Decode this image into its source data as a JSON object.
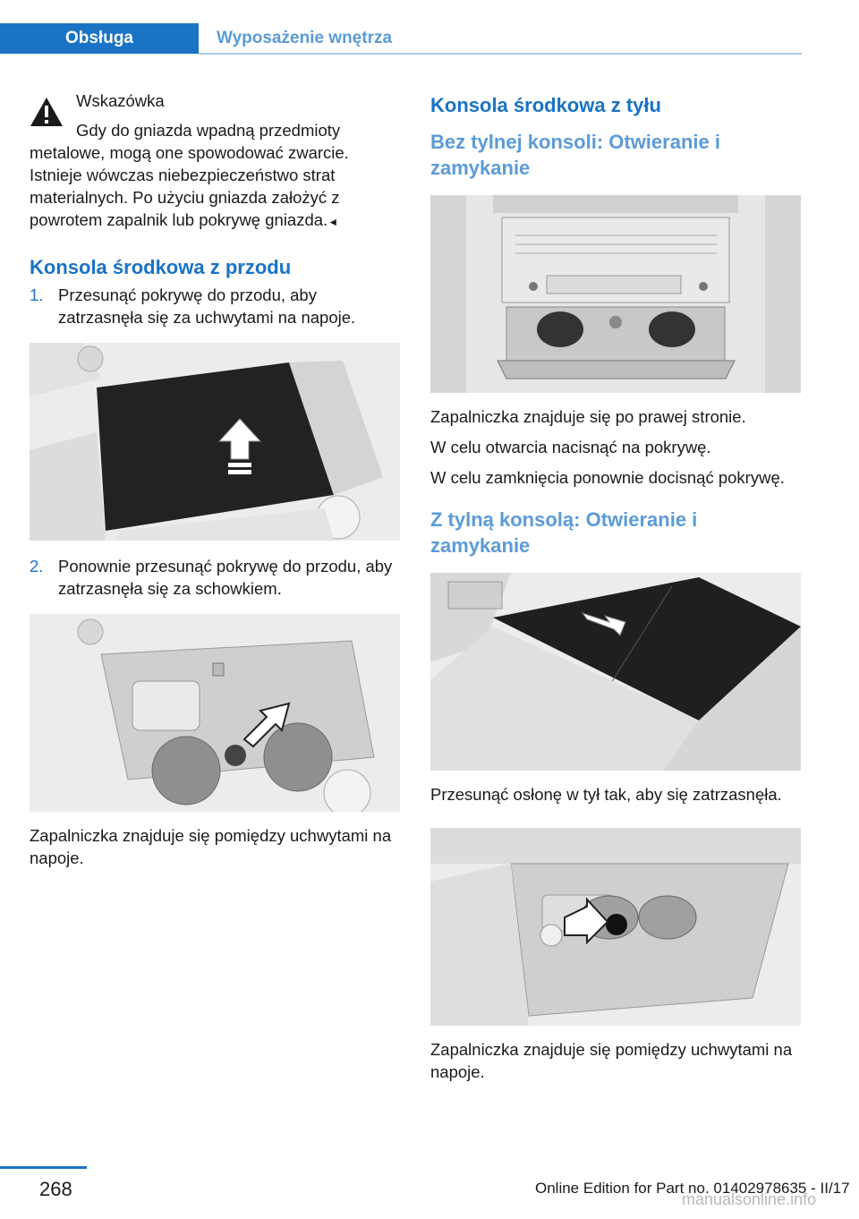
{
  "header": {
    "active_tab": "Obsługa",
    "section_tab": "Wyposażenie wnętrza"
  },
  "warning": {
    "icon": "warning-triangle-icon",
    "title": "Wskazówka",
    "text": "Gdy do gniazda wpadną przedmioty metalowe, mogą one spowodować zwarcie. Istnieje wówczas niebezpieczeństwo strat materialnych. Po użyciu gniazda założyć z powrotem zapalnik lub pokrywę gniazda.",
    "end_mark": "◄"
  },
  "front": {
    "heading": "Konsola środkowa z przodu",
    "steps": [
      {
        "num": "1.",
        "text": "Przesunąć pokrywę do przodu, aby zatrzasnęła się za uchwytami na napoje."
      },
      {
        "num": "2.",
        "text": "Ponownie przesunąć pokrywę do przodu, aby zatrzasnęła się za schowkiem."
      }
    ],
    "caption": "Zapalniczka znajduje się pomiędzy uchwytami na napoje."
  },
  "rear": {
    "heading": "Konsola środkowa z tyłu",
    "without": {
      "heading": "Bez tylnej konsoli: Otwieranie i zamykanie",
      "lines": [
        "Zapalniczka znajduje się po prawej stronie.",
        "W celu otwarcia nacisnąć na pokrywę.",
        "W celu zamknięcia ponownie docisnąć pokrywę."
      ]
    },
    "with": {
      "heading": "Z tylną konsolą: Otwieranie i zamykanie",
      "instruction": "Przesunąć osłonę w tył tak, aby się zatrzasnęła.",
      "caption": "Zapalniczka znajduje się pomiędzy uchwytami na napoje."
    }
  },
  "footer": {
    "page_number": "268",
    "edition": "Online Edition for Part no. 01402978635 - II/17",
    "watermark": "manualsonline.info"
  }
}
